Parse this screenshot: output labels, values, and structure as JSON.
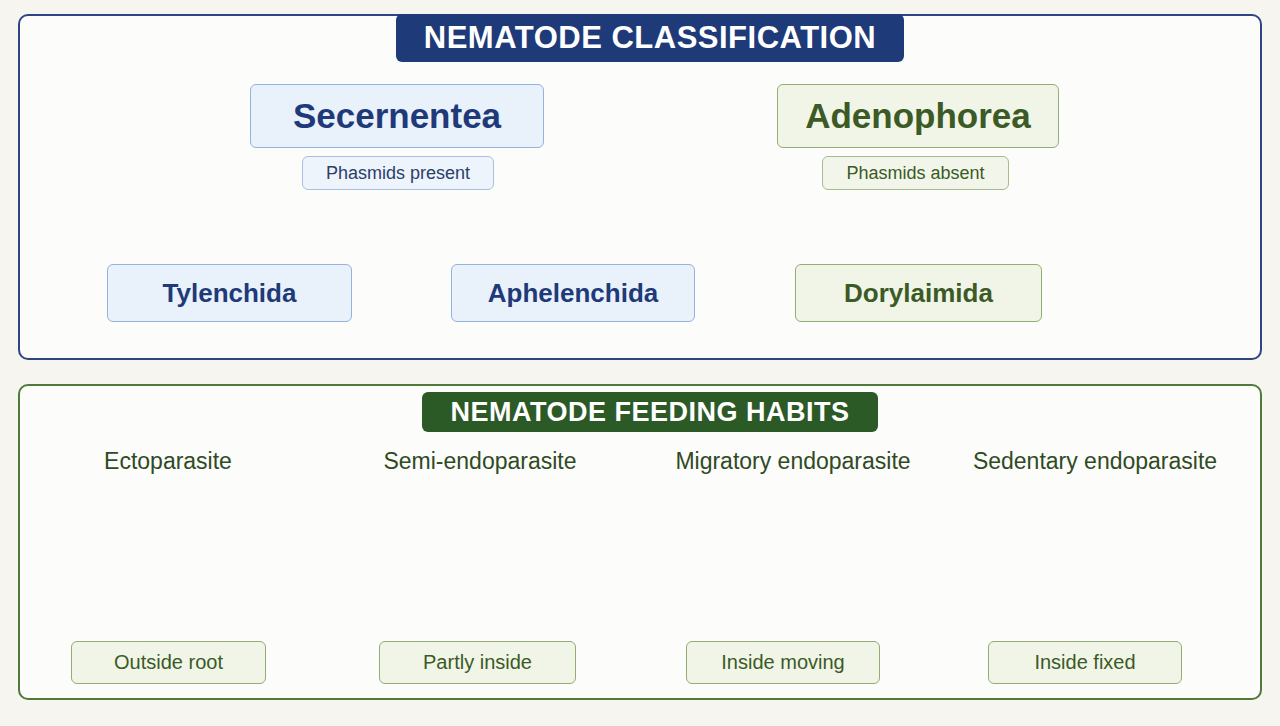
{
  "diagram": {
    "nodes": [
      {
        "text": [
          "NEMATODE CLASSIFICATION"
        ]
      },
      {
        "text": [
          "Secernentea"
        ],
        "in": 0
      },
      {
        "text": [
          "Phasmids present"
        ],
        "in": 0
      },
      {
        "text": [
          "Tylenchida"
        ],
        "in": 0
      },
      {
        "text": [
          "Aphelenchida"
        ],
        "in": 0
      },
      {
        "text": [
          "Adenophorea"
        ],
        "in": 0
      },
      {
        "text": [
          "Phasmids absent"
        ],
        "in": 0
      },
      {
        "text": [
          "Dorylaimida"
        ],
        "in": 0
      },
      {
        "text": [
          "NEMATODE FEEDING HABITS"
        ]
      },
      {
        "text": [
          "Outside root"
        ],
        "in": 8
      },
      {
        "text": [
          "Partly inside"
        ],
        "in": 8
      },
      {
        "text": [
          "Inside moving"
        ],
        "in": 8
      },
      {
        "text": [
          "Inside fixed"
        ],
        "in": 8
      }
    ],
    "edges": [
      {
        "from": 2,
        "to": 3,
        "arrow": "to"
      },
      {
        "from": 2,
        "to": 4,
        "arrow": "to"
      },
      {
        "from": 6,
        "to": 7,
        "arrow": "to"
      }
    ],
    "labels": [
      "Ectoparasite",
      "Semi-endoparasite",
      "Migratory endoparasite",
      "Sedentary endoparasite"
    ]
  }
}
